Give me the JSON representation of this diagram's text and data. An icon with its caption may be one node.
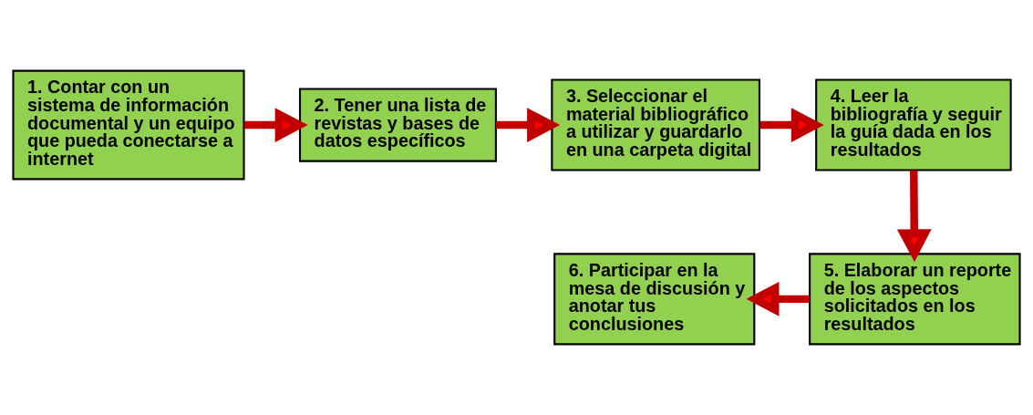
{
  "diagram": {
    "nodes": [
      {
        "text": [
          "1. Contar con un sistema de información documental y un equipo que pueda conectarse a internet"
        ]
      },
      {
        "text": [
          "2. Tener una lista de revistas y bases de datos específicos"
        ]
      },
      {
        "text": [
          "3. Seleccionar el material bibliográfico a utilizar y guardarlo en una carpeta digital"
        ]
      },
      {
        "text": [
          "4. Leer la bibliografía y seguir la guía dada en los resultados"
        ]
      },
      {
        "text": [
          "5. Elaborar un reporte de los aspectos solicitados en los resultados"
        ]
      },
      {
        "text": [
          "6. Participar en la mesa de discusión y anotar tus conclusiones"
        ]
      }
    ],
    "edges": [
      {
        "from": 0,
        "to": 1,
        "arrow": "to"
      },
      {
        "from": 1,
        "to": 2,
        "arrow": "to"
      },
      {
        "from": 2,
        "to": 3,
        "arrow": "to"
      },
      {
        "from": 3,
        "to": 4,
        "arrow": "to"
      },
      {
        "from": 4,
        "to": 5,
        "arrow": "to"
      }
    ]
  }
}
